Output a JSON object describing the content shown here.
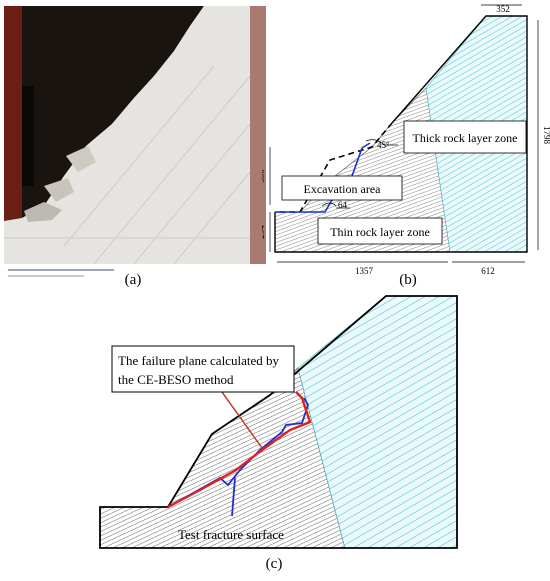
{
  "panels": {
    "a": {
      "label": "(a)"
    },
    "b": {
      "label": "(b)",
      "zones": {
        "thick": "Thick rock layer zone",
        "thin": "Thin rock layer zone",
        "excavation": "Excavation area"
      },
      "dimensions": {
        "top_width": "352",
        "height": "1798",
        "upper_step": "500",
        "lower_step": "294",
        "base_left": "1357",
        "base_right": "612"
      },
      "angles": {
        "upper": "45°",
        "lower": "64"
      }
    },
    "c": {
      "label": "(c)",
      "callout": {
        "line1": "The failure plane calculated by",
        "line2": "the CE-BESO method"
      },
      "fracture_label": "Test fracture surface"
    }
  },
  "colors": {
    "thick_hatch": "#3fb8c8",
    "thick_fill": "#eafafc",
    "thin_hatch": "#555555",
    "failure_plane": "#e02020",
    "test_fracture": "#1f2fd0",
    "callout_line": "#c03020"
  }
}
